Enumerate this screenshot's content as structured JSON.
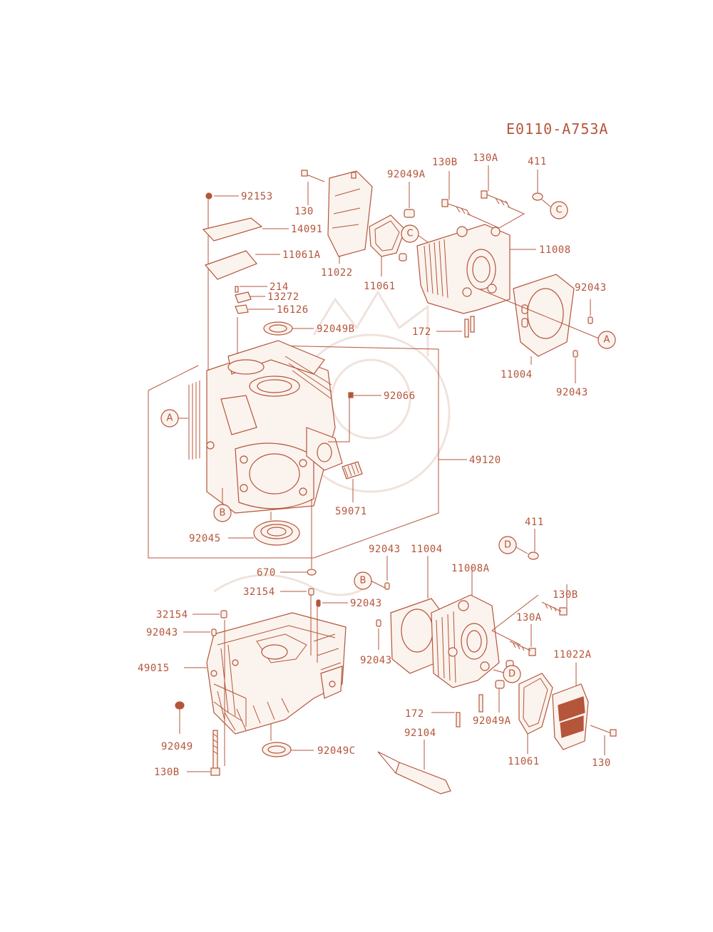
{
  "diagram_code": "E0110-A753A",
  "callouts": {
    "a1": "A",
    "a2": "A",
    "b1": "B",
    "b2": "B",
    "c1": "C",
    "c2": "C",
    "d1": "D",
    "d2": "D"
  },
  "parts": {
    "p92153": "92153",
    "p14091": "14091",
    "p11061A": "11061A",
    "p214": "214",
    "p13272": "13272",
    "p16126": "16126",
    "p92049B": "92049B",
    "p130_top": "130",
    "p11022": "11022",
    "p11061_top": "11061",
    "p92049A_top": "92049A",
    "p130B_top": "130B",
    "p130A_top": "130A",
    "p411_top": "411",
    "p11008": "11008",
    "p92043_r1": "92043",
    "p172_top": "172",
    "p11004_top": "11004",
    "p92043_r2": "92043",
    "p92066": "92066",
    "p49120": "49120",
    "p59071": "59071",
    "p92045": "92045",
    "p670": "670",
    "p32154_a": "32154",
    "p92043_m": "92043",
    "p32154_b": "32154",
    "p92043_l": "92043",
    "p49015": "49015",
    "p92049": "92049",
    "p130B_bot": "130B",
    "p92049C": "92049C",
    "p92104": "92104",
    "p411_bot": "411",
    "p92043_b1": "92043",
    "p11004_bot": "11004",
    "p11008A": "11008A",
    "p130B_r": "130B",
    "p130A_r": "130A",
    "p92043_b2": "92043",
    "p11022A": "11022A",
    "p172_bot": "172",
    "p92049A_bot": "92049A",
    "p11061_bot": "11061",
    "p130_bot": "130"
  },
  "colors": {
    "ink": "#b5553a",
    "paper": "#ffffff"
  }
}
